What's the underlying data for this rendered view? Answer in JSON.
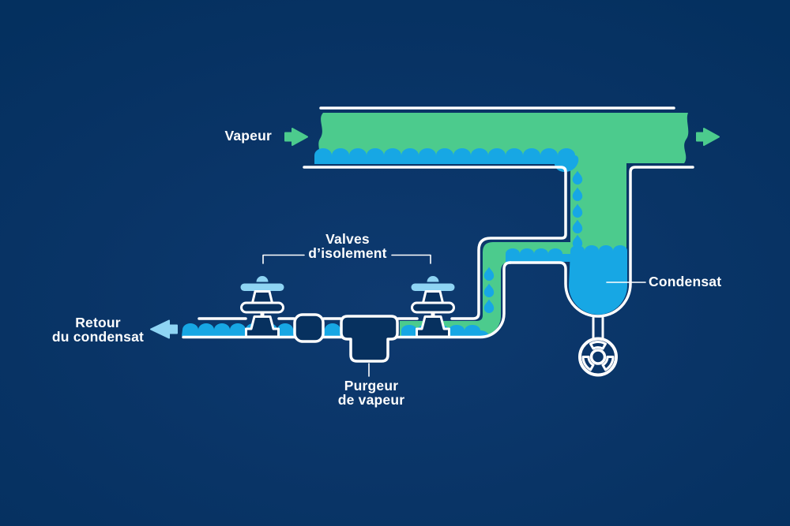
{
  "labels": {
    "steam": "Vapeur",
    "condensate_return": {
      "line1": "Retour",
      "line2": "du condensat"
    },
    "isolation_valves": {
      "line1": "Valves",
      "line2": "d’isolement"
    },
    "steam_trap": {
      "line1": "Purgeur",
      "line2": "de vapeur"
    },
    "condensate": "Condensat"
  },
  "icons": {
    "steam_inlet_arrow": "arrow-right",
    "steam_outlet_arrow": "arrow-right",
    "condensate_return_arrow": "arrow-left",
    "drain_fan": "fan-in-circle",
    "isolation_valve": "handwheel-valve",
    "steam_trap_body": "tee-fitting",
    "strainer_fitting": "inline-square-fitting"
  },
  "colors": {
    "bg_center": "#0e3a70",
    "bg_edge": "#04305f",
    "navy_fill": "#07315f",
    "steam_green": "#4ccb8d",
    "condensate_blue": "#17a7e4",
    "handle_light_blue": "#8ed4f3",
    "outline_white": "#ffffff"
  }
}
